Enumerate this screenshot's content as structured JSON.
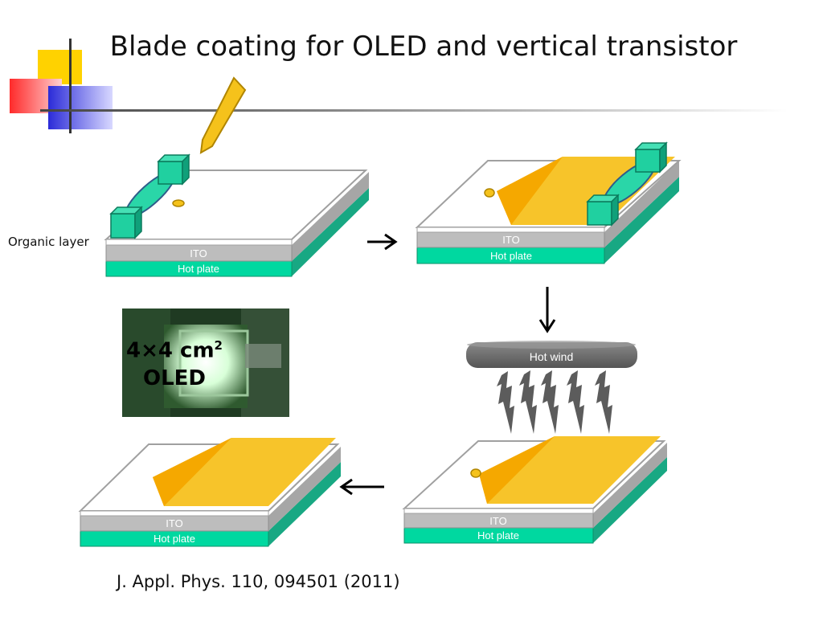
{
  "title": "Blade coating for OLED and vertical transistor",
  "labels": {
    "organic_layer": "Organic layer",
    "ito": "ITO",
    "hot_plate": "Hot plate",
    "hot_wind": "Hot wind"
  },
  "photo": {
    "size_base": "4",
    "times": "×",
    "size_unit": "4 cm",
    "superscript": "2",
    "device": "OLED"
  },
  "citation": "J. Appl. Phys. 110, 094501 (2011)",
  "colors": {
    "hot_plate": "#00d8a0",
    "ito": "#bdbdbd",
    "organic_film": "#f7c42a",
    "film_shade": "#f5a800",
    "blade_holder": "#20d0a0",
    "hot_wind_bar": "#6e6e6e",
    "oled_glow": "#c8f5c8"
  }
}
